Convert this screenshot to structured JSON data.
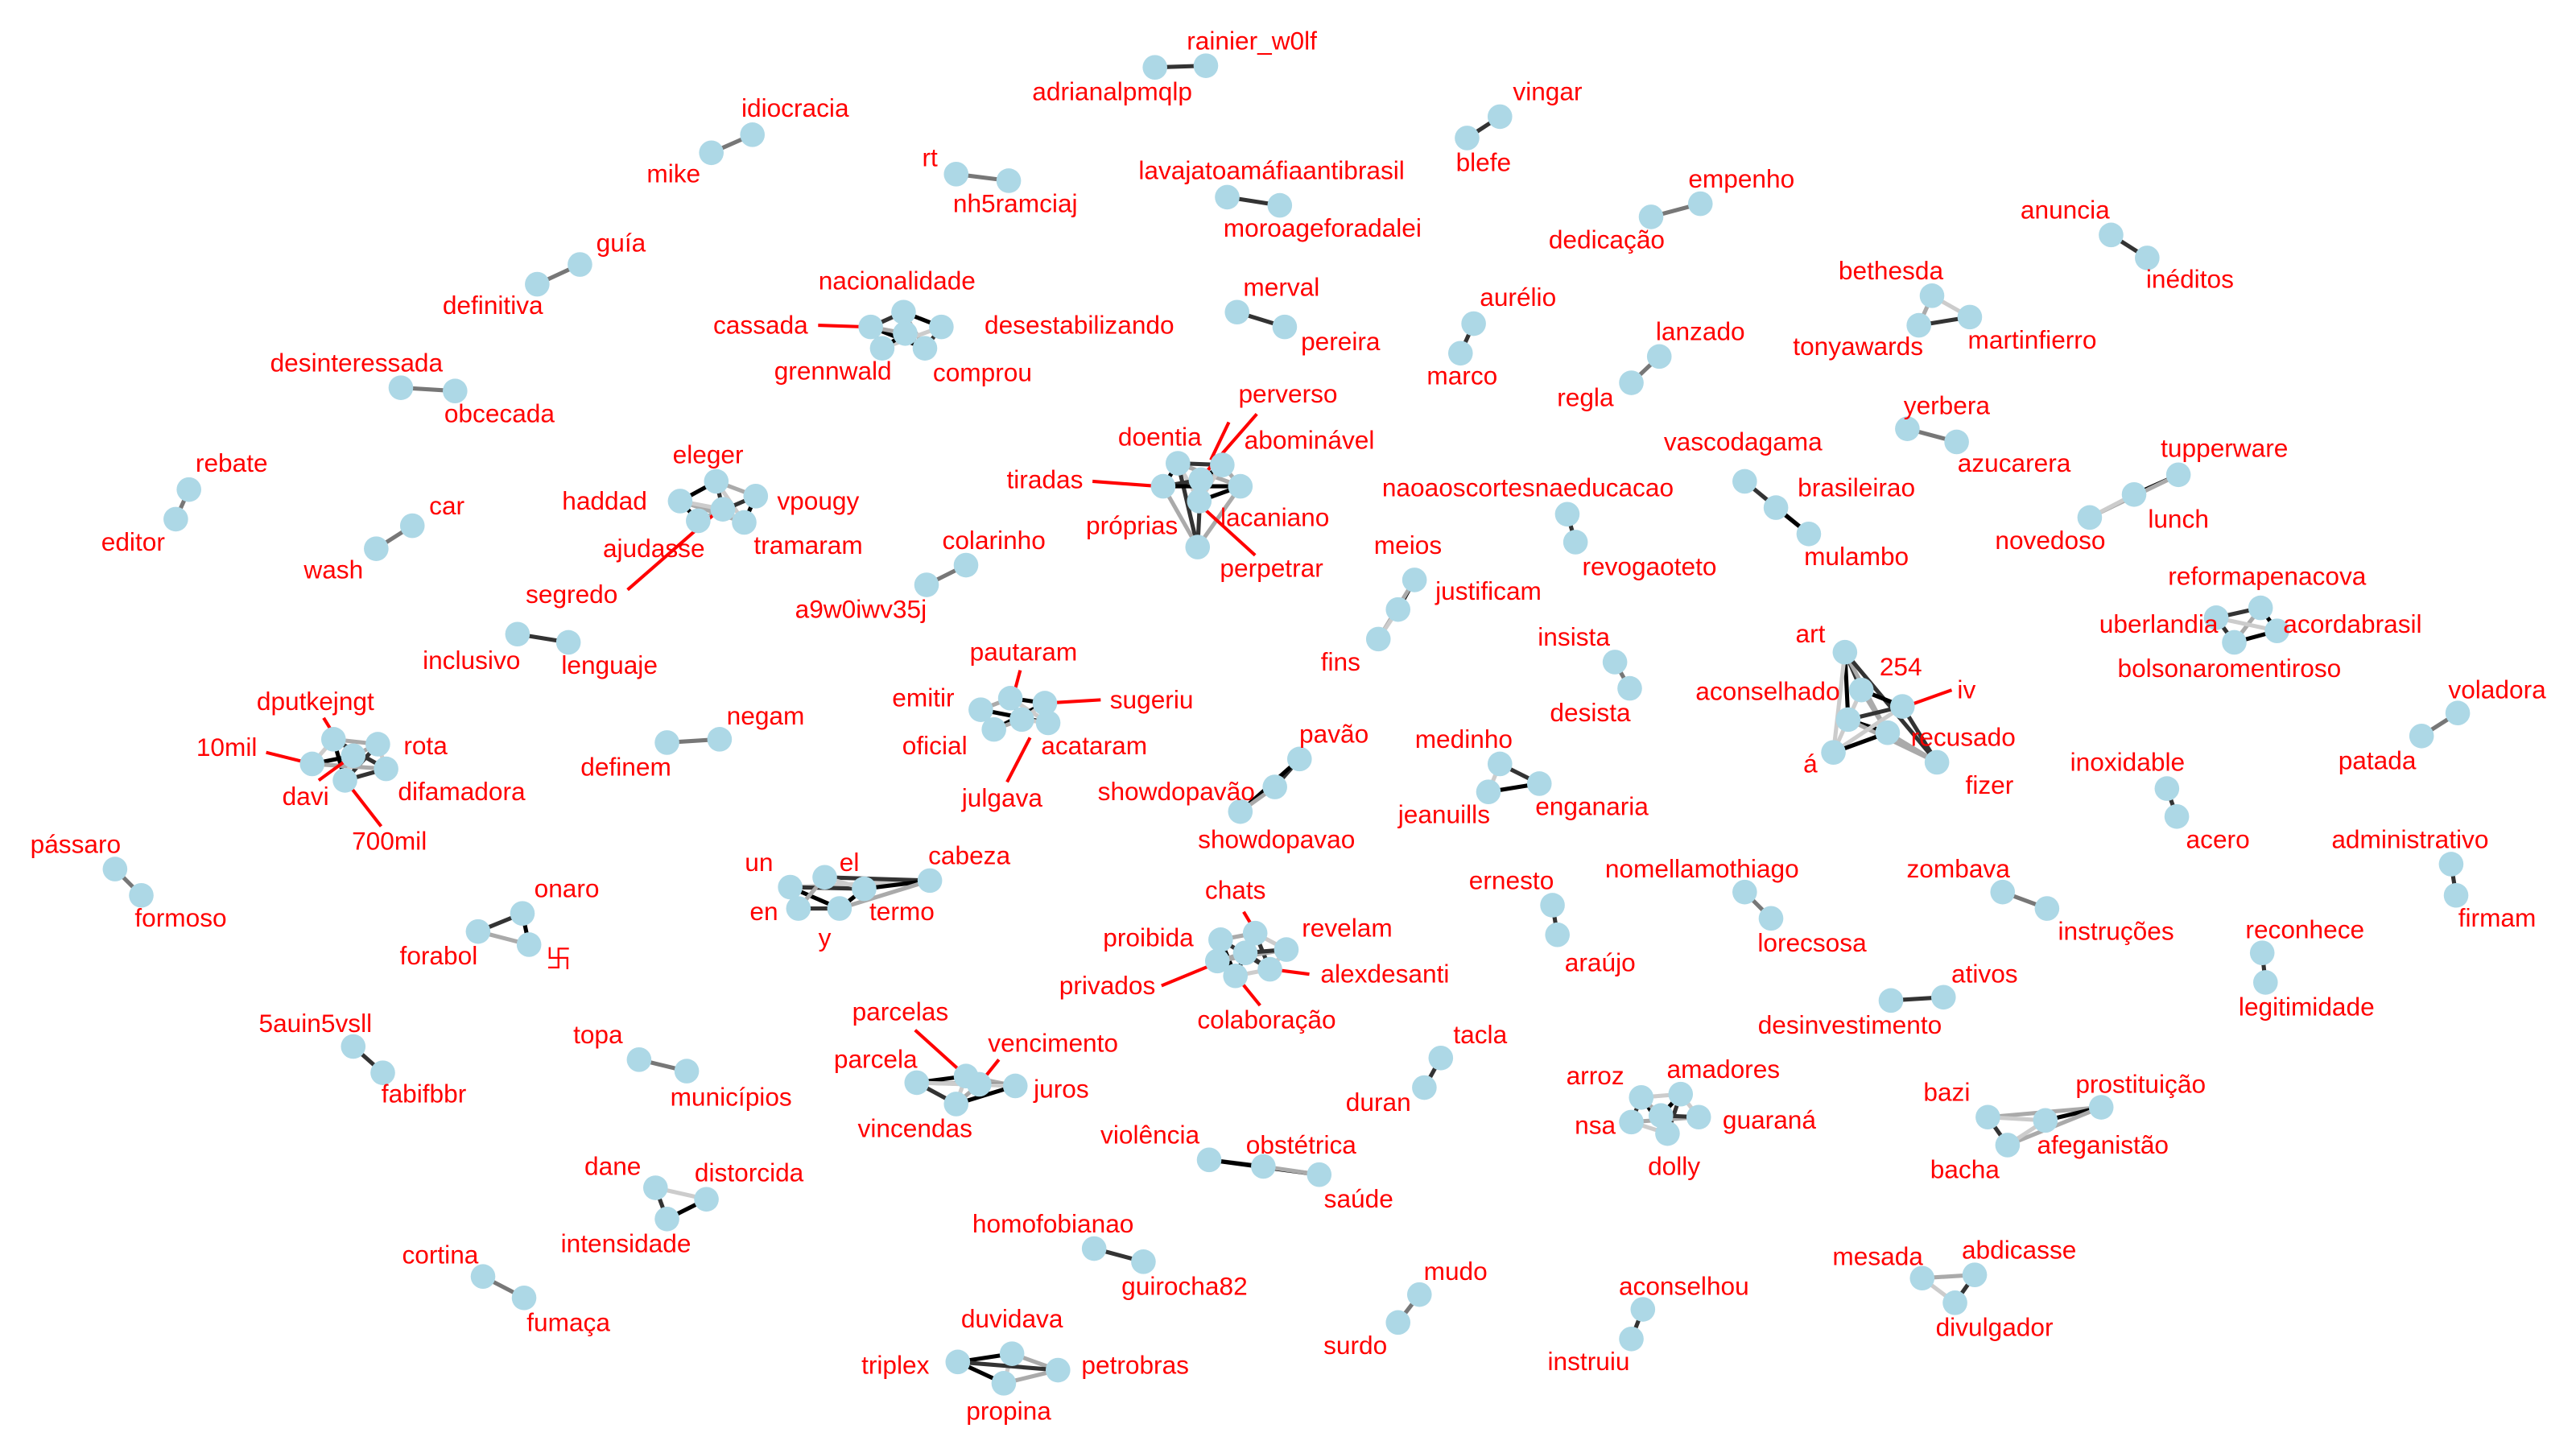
{
  "colors": {
    "node": "#add8e6",
    "label": "#ff0000",
    "edge_dark": "#000000",
    "edge_light": "#cccccc"
  },
  "nodes": [
    "adrianalpmqlp",
    "rainier_w0lf",
    "mike",
    "idiocracia",
    "rt",
    "nh5ramciaj",
    "lavajatoamáfiaantibrasil",
    "moroageforadalei",
    "blefe",
    "vingar",
    "definitiva",
    "guía",
    "empenho",
    "dedicação",
    "anuncia",
    "inéditos",
    "bethesda",
    "tonyawards",
    "martinfierro",
    "merval",
    "pereira",
    "aurélio",
    "marco",
    "lanzado",
    "regla",
    "nacionalidade",
    "cassada",
    "desestabilizando",
    "grennwald",
    "comprou",
    "",
    "desinteressada",
    "obcecada",
    "yerbera",
    "azucarera",
    "tupperware",
    "lunch",
    "novedoso",
    "doentia",
    "abominável",
    "tiradas",
    "perverso",
    "lacaniano",
    "próprias",
    "perpetrar",
    "vascodagama",
    "brasileirao",
    "mulambo",
    "naoaoscortesnaeducacao",
    "revogaoteto",
    "rebate",
    "editor",
    "wash",
    "car",
    "eleger",
    "haddad",
    "vpougy",
    "ajudasse",
    "tramaram",
    "segredo",
    "colarinho",
    "a9w0iwv35j",
    "meios",
    "justificam",
    "fins",
    "reformapenacova",
    "uberlandia",
    "acordabrasil",
    "bolsonaromentiroso",
    "inclusivo",
    "lenguaje",
    "insista",
    "desista",
    "art",
    "254",
    "aconselhado",
    "iv",
    "recusado",
    "á",
    "fizer",
    "voladora",
    "patada",
    "negam",
    "definem",
    "pautaram",
    "sugeriu",
    "emitir",
    "oficial",
    "acataram",
    "julgava",
    "pavão",
    "showdopavão",
    "showdopavao",
    "medinho",
    "jeanuills",
    "enganaria",
    "dputkejngt",
    "rota",
    "10mil",
    "davi",
    "difamadora",
    "700mil",
    "inoxidable",
    "acero",
    "administrativo",
    "firmam",
    "pássaro",
    "formoso",
    "onaro",
    "forabol",
    "卐",
    "cabeza",
    "un",
    "el",
    "en",
    "termo",
    "y",
    "ernesto",
    "araújo",
    "nomellamothiago",
    "lorecsosa",
    "zombava",
    "instruções",
    "reconhece",
    "legitimidade",
    "chats",
    "proibida",
    "revelam",
    "privados",
    "alexdesanti",
    "colaboração",
    "",
    "ativos",
    "desinvestimento",
    "5auin5vsll",
    "fabifbbr",
    "topa",
    "municípios",
    "parcelas",
    "vencimento",
    "parcela",
    "juros",
    "vincendas",
    "tacla",
    "duran",
    "arroz",
    "amadores",
    "nsa",
    "guaraná",
    "dolly",
    "",
    "bazi",
    "prostituição",
    "afeganistão",
    "bacha",
    "violência",
    "obstétrica",
    "saúde",
    "dane",
    "distorcida",
    "intensidade",
    "homofobianao",
    "guirocha82",
    "cortina",
    "fumaça",
    "mudo",
    "surdo",
    "aconselhou",
    "instruiu",
    "mesada",
    "abdicasse",
    "divulgador",
    "duvidava",
    "triplex",
    "petrobras",
    "propina"
  ]
}
